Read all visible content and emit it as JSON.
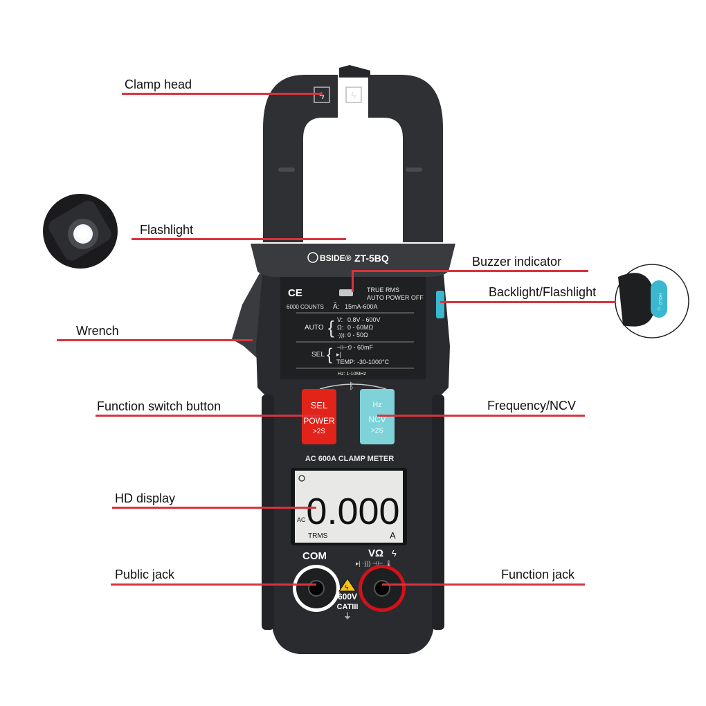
{
  "callouts": {
    "clamp_head": "Clamp head",
    "flashlight": "Flashlight",
    "wrench": "Wrench",
    "function_switch_button": "Function switch button",
    "hd_display": "HD display",
    "public_jack": "Public jack",
    "buzzer_indicator": "Buzzer indicator",
    "backlight_flashlight": "Backlight/Flashlight",
    "frequency_ncv": "Frequency/NCV",
    "function_jack": "Function jack"
  },
  "device": {
    "brand": "BSIDE®",
    "model": "ZT-5BQ",
    "true_rms": "TRUE RMS",
    "auto_power_off": "AUTO POWER OFF",
    "counts": "6000 COUNTS",
    "ce_mark": "CE",
    "amp_range": "15mA-600A",
    "auto_label": "AUTO",
    "auto_specs": [
      "0.8V - 600V",
      "0 - 60MΩ",
      "0 - 50Ω"
    ],
    "sel_label": "SEL",
    "sel_specs": [
      "0 - 60mF",
      "TEMP: -30-1000°C"
    ],
    "hz_range": "Hz: 1-10MHz",
    "sel_button": {
      "line1": "SEL",
      "line2": "POWER",
      "line3": ">2S"
    },
    "hz_button": {
      "line1": "Hz",
      "line2": "NCV",
      "line3": ">2S"
    },
    "meter_title": "AC 600A  CLAMP  METER",
    "display": {
      "reading": "0.000",
      "mode": "AC",
      "trms": "TRMS",
      "unit": "A"
    },
    "com_label": "COM",
    "func_label": "VΩ",
    "rating": "600V",
    "category": "CATIII",
    "hold_label": "HOLD"
  },
  "colors": {
    "accent_red": "#d9333f",
    "body_dark": "#2a2b2e",
    "panel": "#1f2022",
    "sel_button": "#e2231a",
    "hz_button": "#7fd3d8",
    "side_button": "#3ab8d0"
  }
}
